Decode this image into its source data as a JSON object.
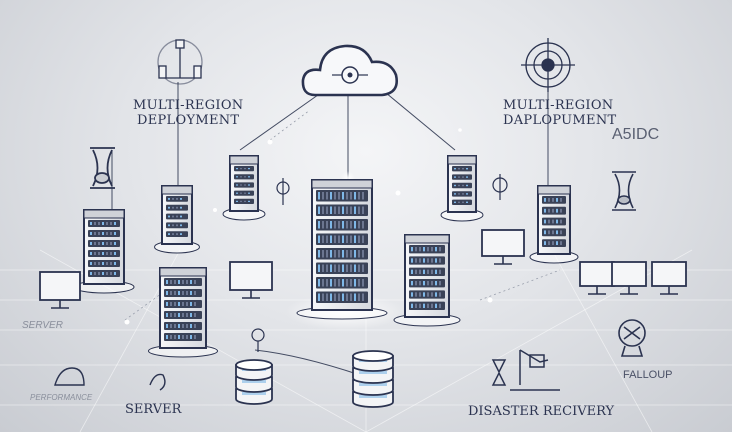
{
  "labels": {
    "left_region_line1": "MULTI-REGION",
    "left_region_line2": "DEPLOYMENT",
    "right_region_line1": "MULTI-REGION",
    "right_region_line2": "DAPLOPUMENT",
    "corner_code": "A5IDC",
    "server_faint": "SERVER",
    "server_bottom": "SERVER",
    "faint_bottom_left": "PERFORMANCE",
    "disaster_recovery": "DISASTER RECIVERY",
    "failover": "FALLOUP"
  },
  "colors": {
    "line_dark": "#2b3350",
    "server_body": "#e9ebef",
    "server_dark": "#3a4257",
    "led_blue": "#7fb8e8",
    "glow": "#fff9e0"
  },
  "icons": [
    "cloud-icon",
    "server-rack-icon",
    "database-icon",
    "monitor-icon",
    "hourglass-icon",
    "target-icon",
    "shield-icon"
  ]
}
